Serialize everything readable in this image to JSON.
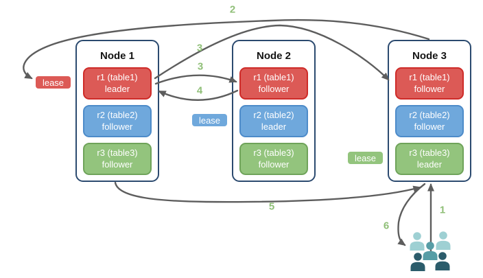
{
  "diagram": {
    "nodes": [
      {
        "title": "Node 1",
        "replicas": [
          {
            "name": "r1 (table1)",
            "role": "leader",
            "color": "red"
          },
          {
            "name": "r2 (table2)",
            "role": "follower",
            "color": "blue"
          },
          {
            "name": "r3 (table3)",
            "role": "follower",
            "color": "green"
          }
        ]
      },
      {
        "title": "Node 2",
        "replicas": [
          {
            "name": "r1 (table1)",
            "role": "follower",
            "color": "red"
          },
          {
            "name": "r2 (table2)",
            "role": "leader",
            "color": "blue"
          },
          {
            "name": "r3 (table3)",
            "role": "follower",
            "color": "green"
          }
        ]
      },
      {
        "title": "Node 3",
        "replicas": [
          {
            "name": "r1 (table1)",
            "role": "follower",
            "color": "red"
          },
          {
            "name": "r2 (table2)",
            "role": "follower",
            "color": "blue"
          },
          {
            "name": "r3 (table3)",
            "role": "leader",
            "color": "green"
          }
        ]
      }
    ],
    "leases": [
      {
        "label": "lease",
        "color": "red"
      },
      {
        "label": "lease",
        "color": "blue"
      },
      {
        "label": "lease",
        "color": "green"
      }
    ],
    "arrows": [
      {
        "label": "1"
      },
      {
        "label": "2"
      },
      {
        "label": "3"
      },
      {
        "label": "3"
      },
      {
        "label": "4"
      },
      {
        "label": "5"
      },
      {
        "label": "6"
      }
    ],
    "colors": {
      "red_fill": "#dc5a56",
      "red_border": "#ce2b28",
      "blue_fill": "#6fa8dc",
      "blue_border": "#4d8bc9",
      "green_fill": "#93c47d",
      "green_border": "#6fa35a",
      "node_border": "#2b4a6f",
      "arrow_gray": "#5d5d5d",
      "number_green": "#8fbf77",
      "users_light_teal": "#9ed0d3",
      "users_mid_teal": "#579da6",
      "users_dark_slate": "#2b5c6b"
    }
  }
}
